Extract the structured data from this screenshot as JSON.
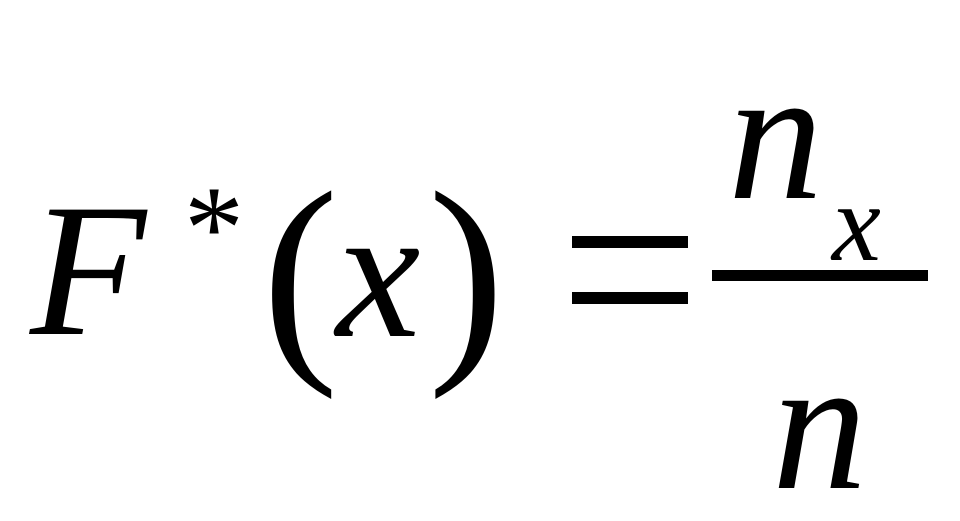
{
  "formula": {
    "function_name": "F",
    "superscript": "*",
    "open_paren": "(",
    "argument": "x",
    "close_paren": ")",
    "equals": "=",
    "fraction": {
      "numerator": "n",
      "numerator_subscript": "x",
      "denominator": "n"
    }
  },
  "colors": {
    "text": "#000000",
    "background": "#ffffff"
  }
}
